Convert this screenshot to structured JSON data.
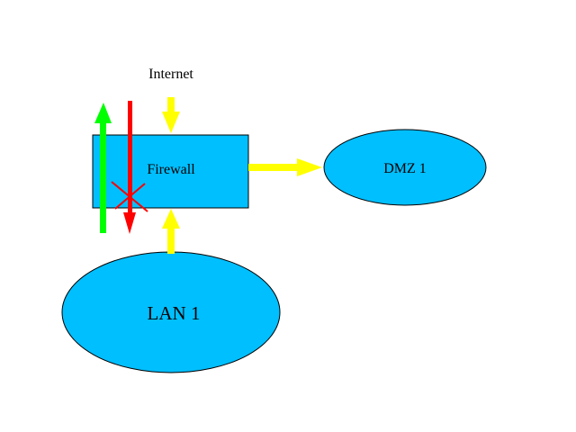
{
  "diagram": {
    "colors": {
      "node_fill": "#00bfff",
      "node_stroke": "#000000",
      "allowed_arrow": "#ffff00",
      "outbound_arrow": "#00ff00",
      "blocked_arrow": "#ff0000",
      "background": "#ffffff"
    },
    "nodes": {
      "internet": {
        "label": "Internet"
      },
      "firewall": {
        "label": "Firewall"
      },
      "dmz": {
        "label": "DMZ 1"
      },
      "lan": {
        "label": "LAN 1"
      }
    },
    "edges": [
      {
        "from": "internet",
        "to": "firewall",
        "kind": "allowed",
        "color": "yellow"
      },
      {
        "from": "lan",
        "to": "firewall",
        "kind": "allowed",
        "color": "yellow"
      },
      {
        "from": "firewall",
        "to": "dmz",
        "kind": "allowed",
        "color": "yellow"
      },
      {
        "from": "lan",
        "to": "internet",
        "kind": "outbound",
        "color": "green"
      },
      {
        "from": "internet",
        "to": "lan",
        "kind": "blocked",
        "color": "red",
        "marker": "cross"
      }
    ]
  }
}
